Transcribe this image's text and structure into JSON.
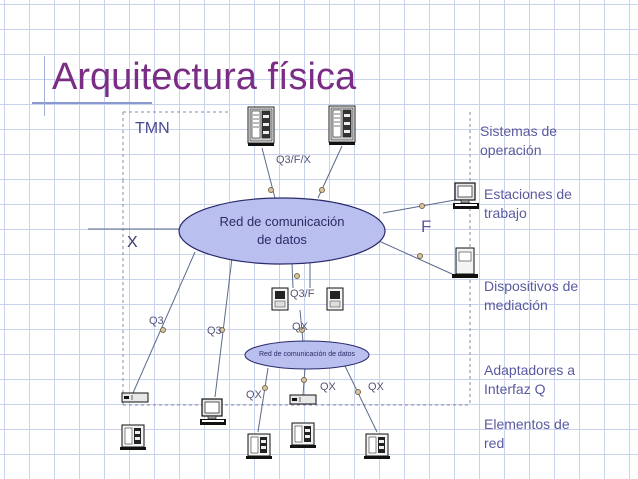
{
  "title": "Arquitectura física",
  "boundary_label": "TMN",
  "networks": {
    "main": {
      "line1": "Red de comunicación",
      "line2": "de datos"
    },
    "sub": {
      "label": "Red de comunicación de datos"
    }
  },
  "interfaces": {
    "q3fx": "Q3/F/X",
    "x": "X",
    "f": "F",
    "q3f": "Q3/F",
    "q3_left": "Q3",
    "q3_mid": "Q3",
    "qx_top": "QX",
    "qx_b1": "QX",
    "qx_b2": "QX",
    "qx_b3": "QX"
  },
  "legend": [
    {
      "line1": "Sistemas de",
      "line2": "operación"
    },
    {
      "line1": "Estaciones de",
      "line2": "trabajo"
    },
    {
      "line1": "Dispositivos de",
      "line2": "mediación"
    },
    {
      "line1": "Adaptadores a",
      "line2": "Interfaz Q"
    },
    {
      "line1": "Elementos de",
      "line2": "red"
    }
  ],
  "colors": {
    "title": "#7b2d86",
    "ellipse_fill": "#b9bfee",
    "ellipse_stroke": "#2a2a6a",
    "line": "#5a6a8a",
    "grid": "#c9d3ec"
  },
  "icons": [
    "server-icon",
    "workstation-icon",
    "mediation-device-icon",
    "q-adapter-icon",
    "network-element-icon"
  ]
}
